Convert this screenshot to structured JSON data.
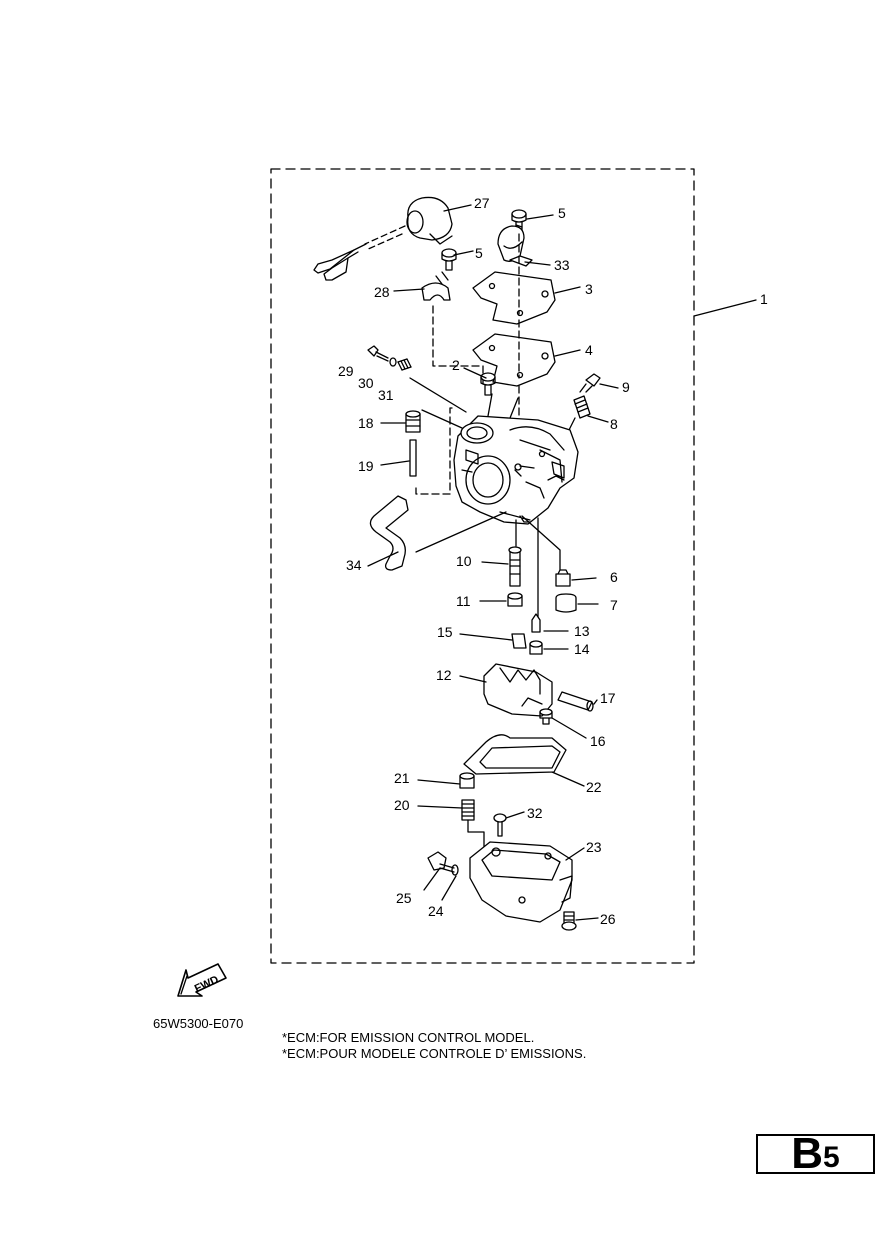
{
  "figure_code": "65W5300-E070",
  "notes": [
    "*ECM:FOR EMISSION CONTROL MODEL.",
    "*ECM:POUR MODELE CONTROLE D’ EMISSIONS."
  ],
  "fwd_label": "FWD",
  "page_tag": {
    "letter": "B",
    "number": "5"
  },
  "callouts": {
    "c1": "1",
    "c2": "2",
    "c3": "3",
    "c4": "4",
    "c5a": "5",
    "c5b": "5",
    "c6": "6",
    "c7": "7",
    "c8": "8",
    "c9": "9",
    "c10": "10",
    "c11": "11",
    "c12": "12",
    "c13": "13",
    "c14": "14",
    "c15": "15",
    "c16": "16",
    "c17": "17",
    "c18": "18",
    "c19": "19",
    "c20": "20",
    "c21": "21",
    "c22": "22",
    "c23": "23",
    "c24": "24",
    "c25": "25",
    "c26": "26",
    "c27": "27",
    "c28": "28",
    "c29": "29",
    "c30": "30",
    "c31": "31",
    "c32": "32",
    "c33": "33",
    "c34": "34"
  }
}
